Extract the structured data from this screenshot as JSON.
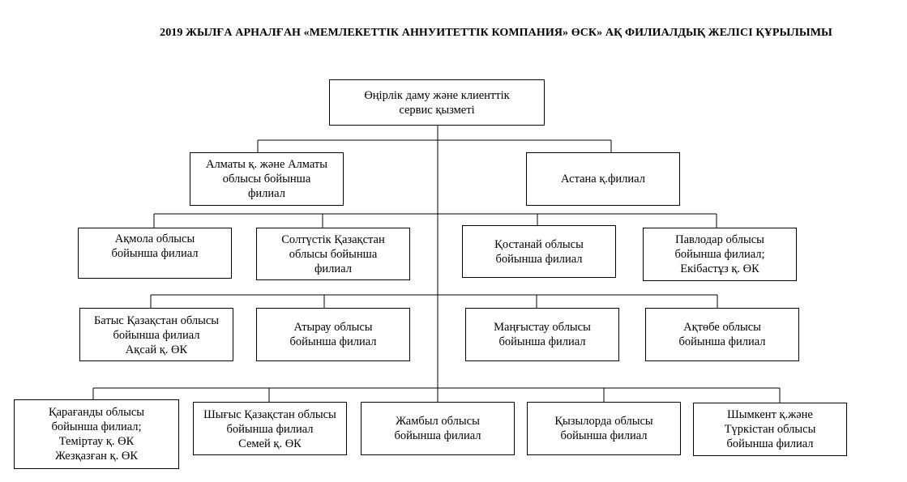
{
  "title": "2019 ЖЫЛҒА АРНАЛҒАН «МЕМЛЕКЕТТІК АННУИТЕТТІК КОМПАНИЯ» ӨСК» АҚ ФИЛИАЛДЫҚ ЖЕЛІСІ ҚҰРЫЛЫМЫ",
  "root": {
    "lines": [
      "Өңірлік даму және клиенттік",
      "сервис қызметі"
    ]
  },
  "level1": [
    {
      "lines": [
        "Алматы қ. және Алматы",
        "облысы бойынша",
        "филиал"
      ]
    },
    {
      "lines": [
        "Астана қ.филиал"
      ]
    }
  ],
  "level2": [
    {
      "lines": [
        "Ақмола облысы",
        "бойынша филиал"
      ]
    },
    {
      "lines": [
        "Солтүстік Қазақстан",
        "облысы бойынша",
        "филиал"
      ]
    },
    {
      "lines": [
        "Қостанай облысы",
        "бойынша филиал"
      ]
    },
    {
      "lines": [
        "Павлодар облысы",
        "бойынша филиал;",
        "Екібастұз қ. ӨК"
      ]
    }
  ],
  "level3": [
    {
      "lines": [
        "Батыс Қазақстан облысы",
        "бойынша филиал",
        "Ақсай қ. ӨК"
      ]
    },
    {
      "lines": [
        "Атырау облысы",
        "бойынша филиал"
      ]
    },
    {
      "lines": [
        "Маңғыстау облысы",
        "бойынша филиал"
      ]
    },
    {
      "lines": [
        "Ақтөбе облысы",
        "бойынша филиал"
      ]
    }
  ],
  "level4": [
    {
      "lines": [
        "Қарағанды облысы",
        "бойынша филиал;",
        "Теміртау қ. ӨК",
        "Жезқазған қ. ӨК"
      ]
    },
    {
      "lines": [
        "Шығыс Қазақстан облысы",
        "бойынша филиал",
        "Семей қ. ӨК"
      ]
    },
    {
      "lines": [
        "Жамбыл облысы",
        "бойынша филиал"
      ]
    },
    {
      "lines": [
        "Қызылорда облысы",
        "бойынша филиал"
      ]
    },
    {
      "lines": [
        "Шымкент қ.және",
        "Түркістан облысы",
        "бойынша филиал"
      ]
    }
  ]
}
